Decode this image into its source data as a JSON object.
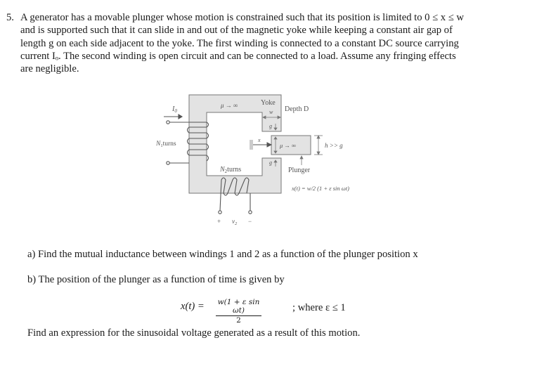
{
  "problem": {
    "number": "5.",
    "lines": [
      "A generator has a movable plunger whose motion is constrained such that its position is limited to 0 ≤ x ≤ w",
      "and is supported such that it can slide in and out of the magnetic yoke while keeping a constant air gap of",
      "length g on each side adjacent to the yoke. The first winding is connected to a constant DC source carrying",
      "current Iₒ. The second winding is open circuit and can be connected to a load. Assume any fringing effects",
      "are negligible."
    ]
  },
  "figure": {
    "labels": {
      "current": "I",
      "current_sub": "0",
      "n1_turns": "N",
      "n1_sub": "1",
      "n1_suffix": "turns",
      "n2_turns": "N",
      "n2_sub": "2",
      "n2_suffix": "turns",
      "mu_yoke": "μ → ∞",
      "yoke": "Yoke",
      "width": "w",
      "depth": "Depth D",
      "gap_top": "g",
      "gap_bottom": "g",
      "x_label": "x",
      "mu_plunger": "μ → ∞",
      "h_label": "h >> g",
      "plunger": "Plunger",
      "plunger_eq": "x(t) = w/2 (1 + ε sin ωt)",
      "v2_plus": "+",
      "v2": "v",
      "v2_sub": "2",
      "v2_minus": "−"
    },
    "colors": {
      "core_fill": "#e3e3e3",
      "core_stroke": "#777777",
      "wire": "#555555"
    }
  },
  "questions": {
    "a": "a) Find the mutual inductance between windings 1 and 2 as a function of the plunger position x",
    "b": "b) The position of the plunger as a function of time is given by",
    "equation_lhs": "x(t) =",
    "equation_num": "w(1 + ε sin ωt)",
    "equation_den": "2",
    "equation_cond": "; where ε ≤ 1",
    "c": "Find an expression for the sinusoidal voltage generated as a result of this motion."
  }
}
